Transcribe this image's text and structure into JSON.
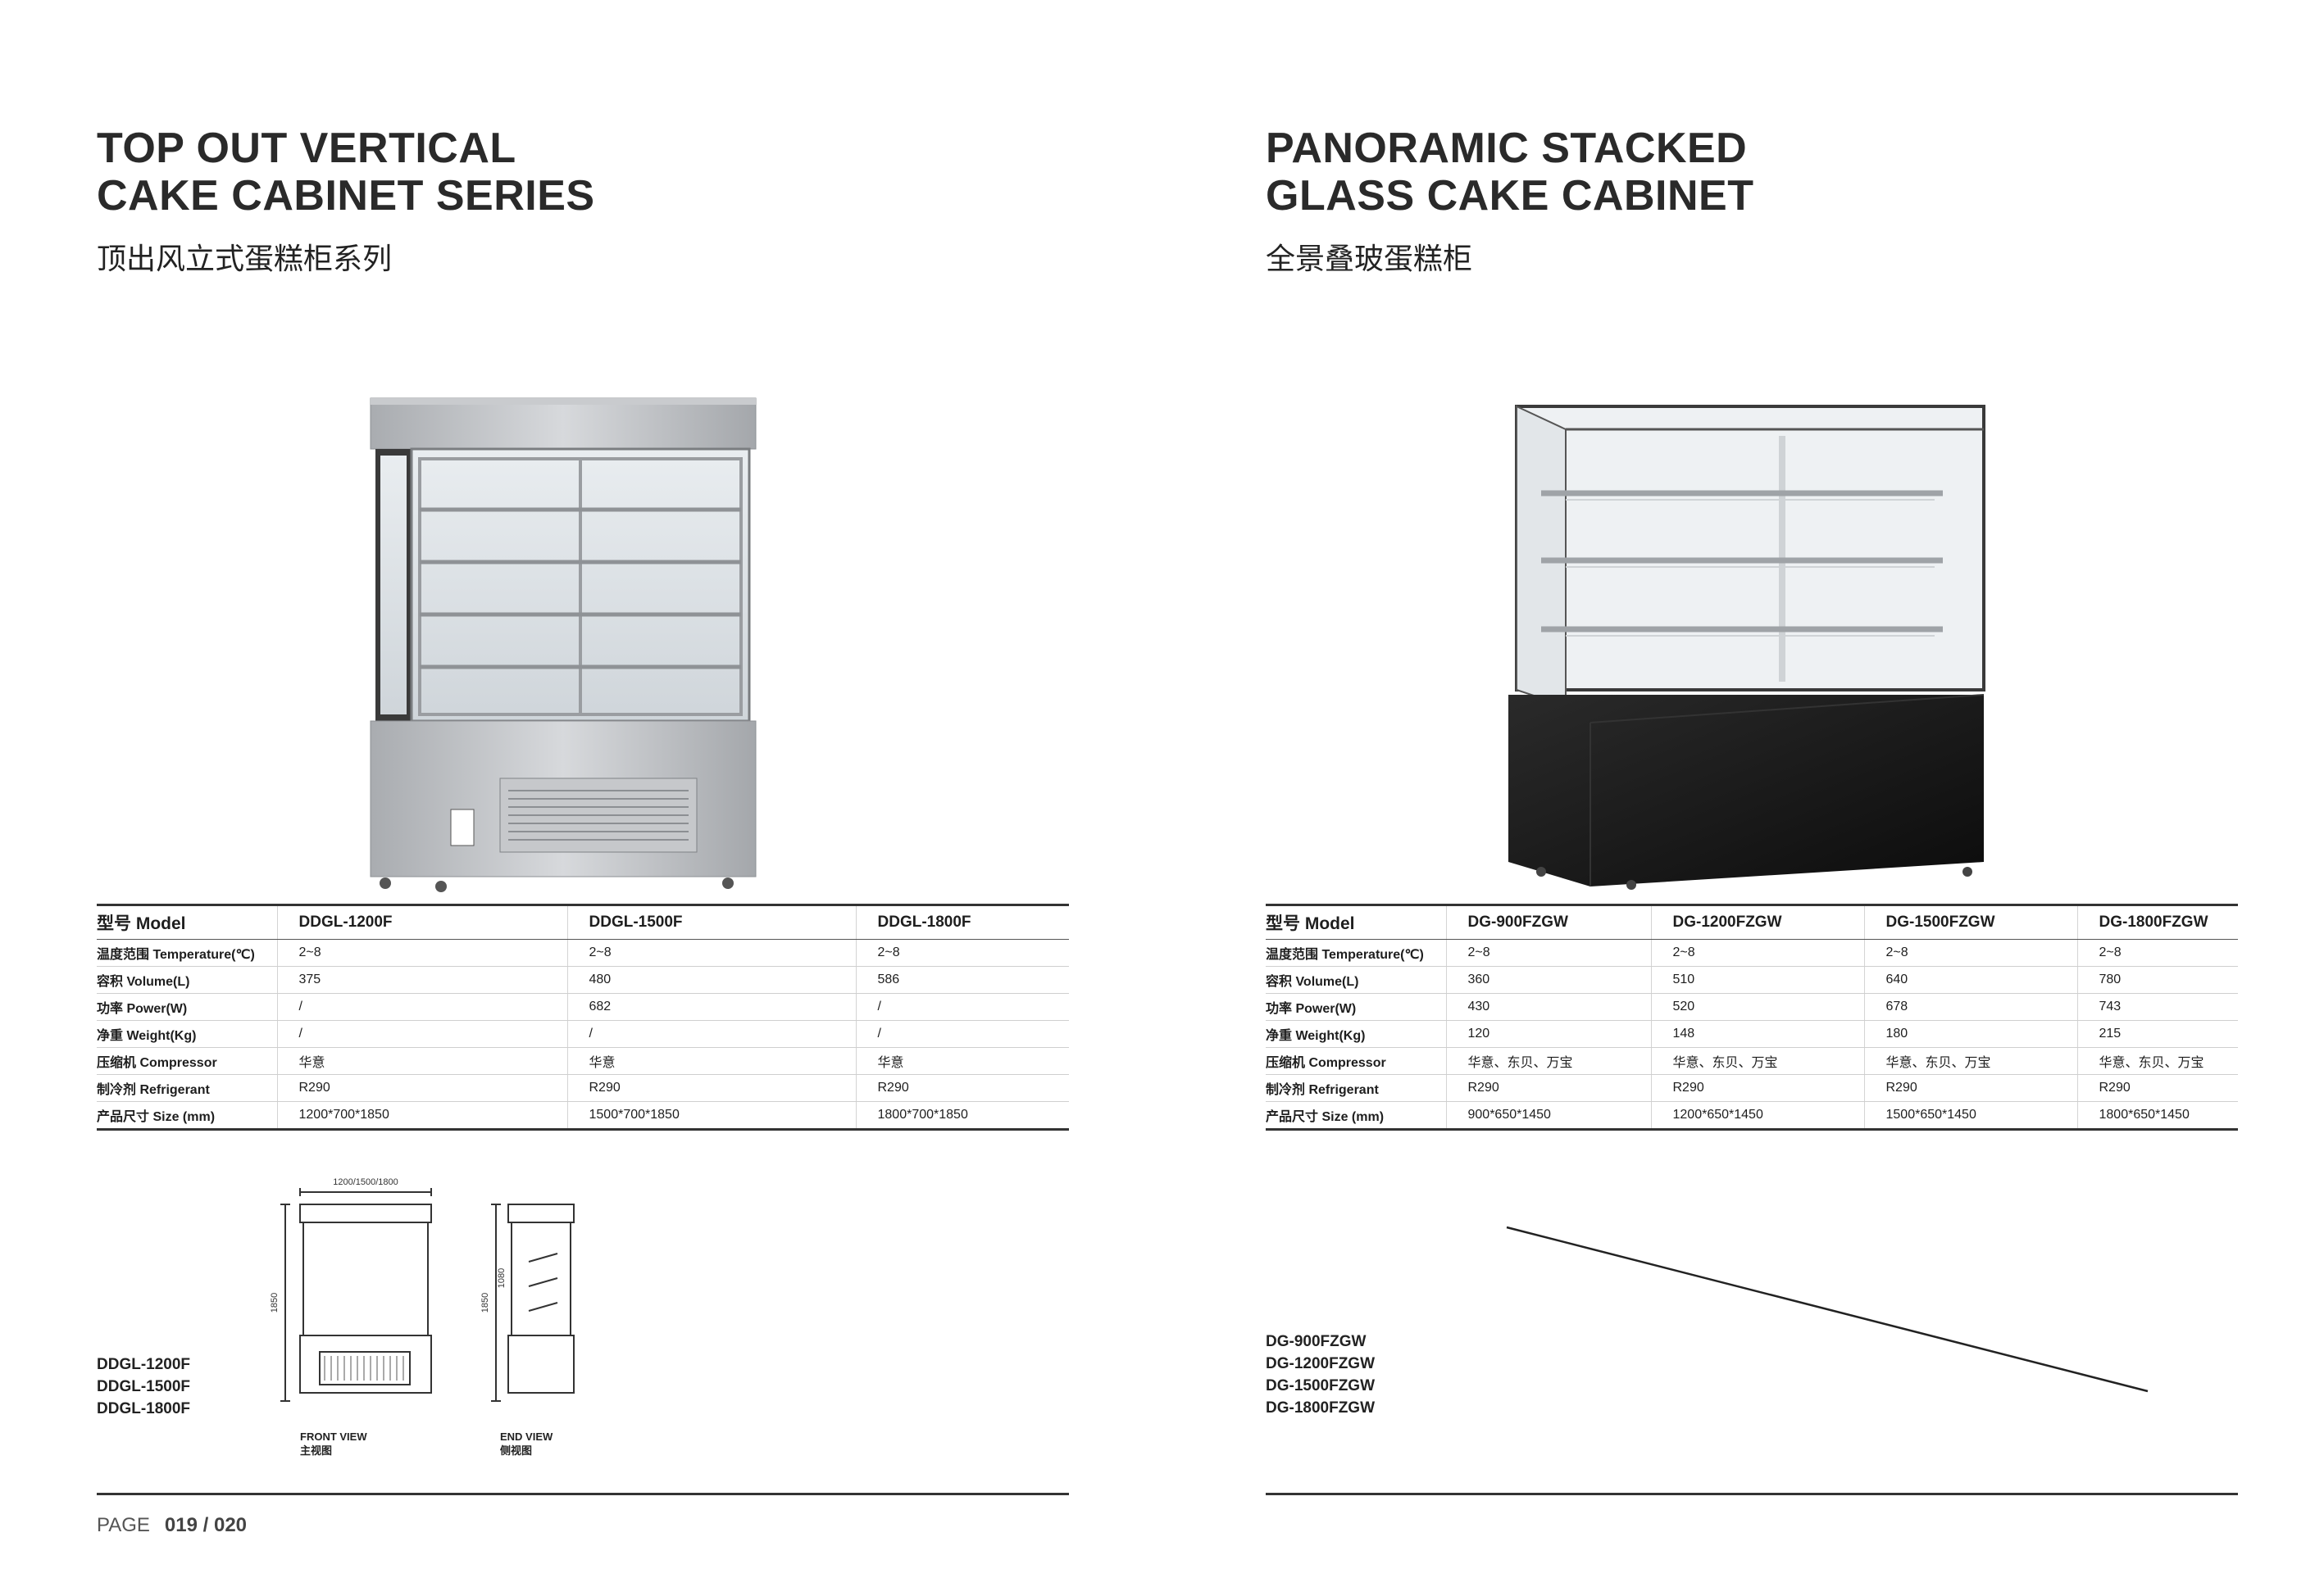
{
  "left": {
    "title_line1": "TOP OUT VERTICAL",
    "title_line2": "CAKE CABINET SERIES",
    "subtitle": "顶出风立式蛋糕柜系列",
    "table": {
      "header": [
        "型号 Model",
        "DDGL-1200F",
        "DDGL-1500F",
        "DDGL-1800F"
      ],
      "rows": [
        [
          "温度范围 Temperature(℃)",
          "2~8",
          "2~8",
          "2~8"
        ],
        [
          "容积 Volume(L)",
          "375",
          "480",
          "586"
        ],
        [
          "功率 Power(W)",
          "/",
          "682",
          "/"
        ],
        [
          "净重 Weight(Kg)",
          "/",
          "/",
          "/"
        ],
        [
          "压缩机 Compressor",
          "华意",
          "华意",
          "华意"
        ],
        [
          "制冷剂 Refrigerant",
          "R290",
          "R290",
          "R290"
        ],
        [
          "产品尺寸 Size (mm)",
          "1200*700*1850",
          "1500*700*1850",
          "1800*700*1850"
        ]
      ]
    },
    "models": [
      "DDGL-1200F",
      "DDGL-1500F",
      "DDGL-1800F"
    ],
    "drawing": {
      "width_dim": "1200/1500/1800",
      "height_dim_front": "1850",
      "height_dim_side_outer": "1850",
      "height_dim_side_inner": "1080",
      "front_view_en": "FRONT VIEW",
      "front_view_cn": "主视图",
      "end_view_en": "END VIEW",
      "end_view_cn": "侧视图"
    }
  },
  "right": {
    "title_line1": "PANORAMIC STACKED",
    "title_line2": "GLASS CAKE CABINET",
    "subtitle": "全景叠玻蛋糕柜",
    "table": {
      "header": [
        "型号 Model",
        "DG-900FZGW",
        "DG-1200FZGW",
        "DG-1500FZGW",
        "DG-1800FZGW"
      ],
      "rows": [
        [
          "温度范围 Temperature(℃)",
          "2~8",
          "2~8",
          "2~8",
          "2~8"
        ],
        [
          "容积 Volume(L)",
          "360",
          "510",
          "640",
          "780"
        ],
        [
          "功率 Power(W)",
          "430",
          "520",
          "678",
          "743"
        ],
        [
          "净重 Weight(Kg)",
          "120",
          "148",
          "180",
          "215"
        ],
        [
          "压缩机 Compressor",
          "华意、东贝、万宝",
          "华意、东贝、万宝",
          "华意、东贝、万宝",
          "华意、东贝、万宝"
        ],
        [
          "制冷剂 Refrigerant",
          "R290",
          "R290",
          "R290",
          "R290"
        ],
        [
          "产品尺寸 Size (mm)",
          "900*650*1450",
          "1200*650*1450",
          "1500*650*1450",
          "1800*650*1450"
        ]
      ]
    },
    "models": [
      "DG-900FZGW",
      "DG-1200FZGW",
      "DG-1500FZGW",
      "DG-1800FZGW"
    ]
  },
  "footer": {
    "page_label": "PAGE",
    "page_numbers": "019 / 020"
  },
  "colors": {
    "text": "#222222",
    "rule": "#333333",
    "steel": "#b9bcc0",
    "black_cabinet": "#151515"
  }
}
